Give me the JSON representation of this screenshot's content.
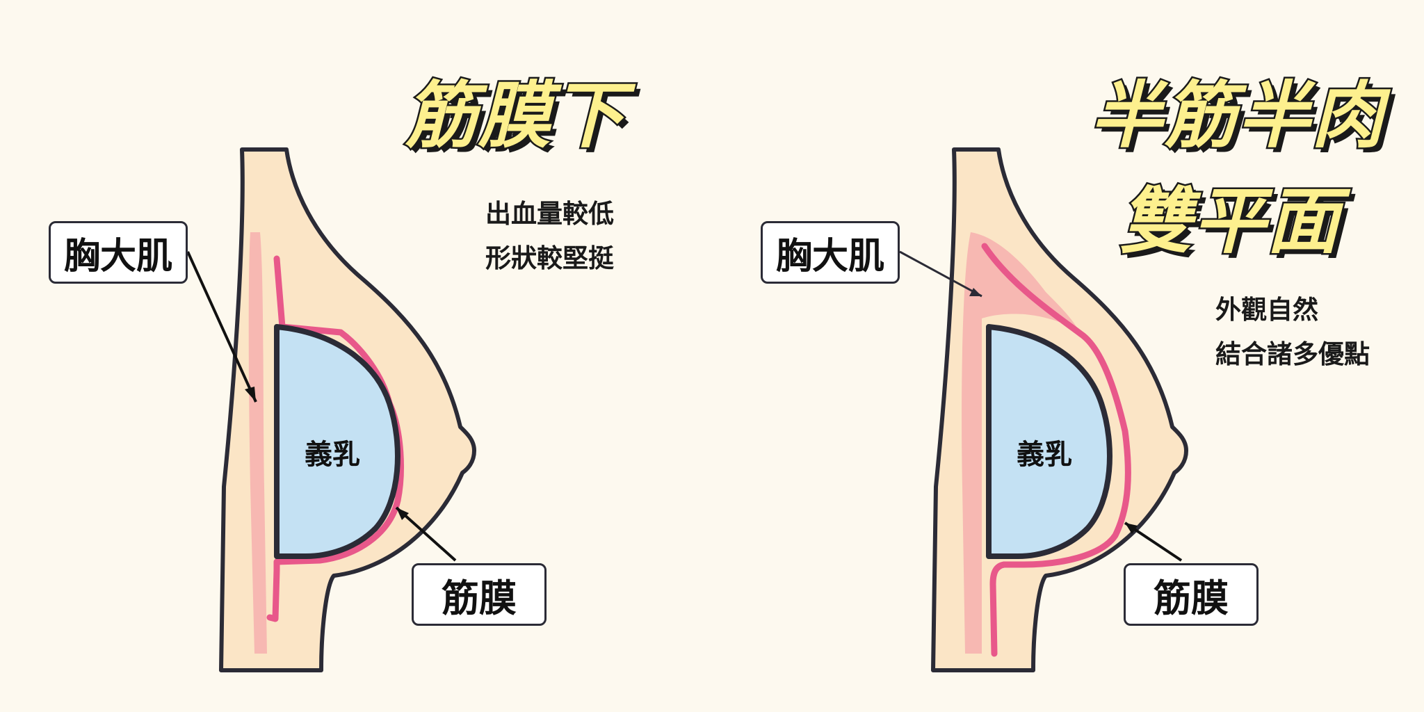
{
  "colors": {
    "background": "#fdf9ef",
    "skin": "#fbe5c6",
    "muscle": "#f7b8b2",
    "fascia": "#e8588a",
    "implant": "#c4e1f3",
    "outline": "#2b2b36",
    "title_fill": "#fdf08e"
  },
  "left_panel": {
    "title": "筋膜下",
    "notes": [
      "出血量較低",
      "形狀較堅挺"
    ],
    "muscle_label": "胸大肌",
    "implant_label": "義乳",
    "fascia_label": "筋膜"
  },
  "right_panel": {
    "title_line1": "半筋半肉",
    "title_line2": "雙平面",
    "notes": [
      "外觀自然",
      "結合諸多優點"
    ],
    "muscle_label": "胸大肌",
    "implant_label": "義乳",
    "fascia_label": "筋膜"
  }
}
